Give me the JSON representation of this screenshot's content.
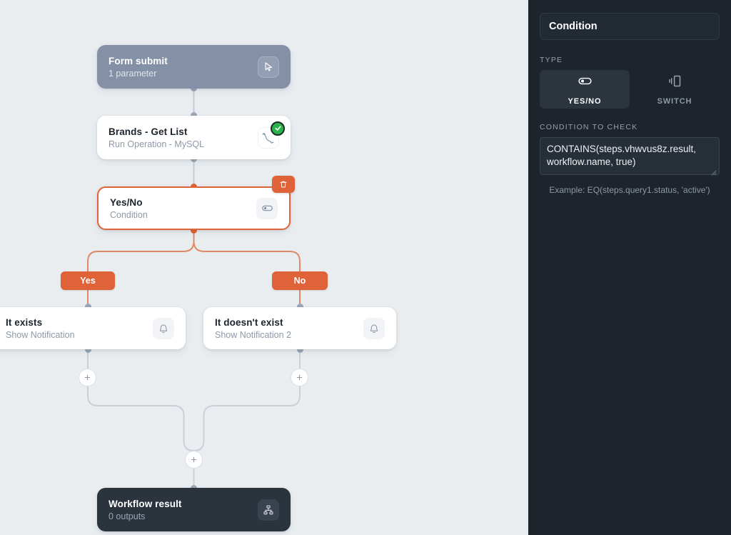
{
  "canvas": {
    "background_color": "#e9edf0",
    "nodes": [
      {
        "id": "form-submit",
        "title": "Form submit",
        "subtitle": "1 parameter",
        "icon": "cursor-pointer-icon",
        "style": "trigger",
        "color": "#8390a6"
      },
      {
        "id": "brands-get-list",
        "title": "Brands - Get List",
        "subtitle": "Run Operation - MySQL",
        "icon": "mysql-dolphin-icon",
        "status_icon": "check-circle-icon",
        "status_color": "#29b34a",
        "style": "card"
      },
      {
        "id": "yes-no-condition",
        "title": "Yes/No",
        "subtitle": "Condition",
        "icon": "toggle-icon",
        "style": "card-selected",
        "selected_color": "#e0643a",
        "delete_icon": "trash-icon"
      },
      {
        "id": "it-exists",
        "title": "It exists",
        "subtitle": "Show Notification",
        "icon": "bell-icon",
        "style": "card"
      },
      {
        "id": "it-doesnt-exist",
        "title": "It doesn't exist",
        "subtitle": "Show Notification 2",
        "icon": "bell-icon",
        "style": "card"
      },
      {
        "id": "workflow-result",
        "title": "Workflow result",
        "subtitle": "0 outputs",
        "icon": "sitemap-icon",
        "style": "result",
        "color": "#2b333d"
      }
    ],
    "branch_pills": [
      {
        "id": "yes",
        "label": "Yes",
        "color": "#df6239"
      },
      {
        "id": "no",
        "label": "No",
        "color": "#df6239"
      }
    ],
    "add_buttons": [
      {
        "id": "add-after-it-exists",
        "label": "+"
      },
      {
        "id": "add-after-it-doesnt-exist",
        "label": "+"
      },
      {
        "id": "add-before-result",
        "label": "+"
      }
    ]
  },
  "panel": {
    "background_color": "#1d242c",
    "title_value": "Condition",
    "type_label": "TYPE",
    "type_options": [
      {
        "id": "yesno",
        "label": "YES/NO",
        "icon": "toggle-icon",
        "selected": true
      },
      {
        "id": "switch",
        "label": "SWITCH",
        "icon": "switch-icon",
        "selected": false
      }
    ],
    "condition_label": "CONDITION TO CHECK",
    "condition_value": "CONTAINS(steps.vhwvus8z.result, workflow.name, true)",
    "condition_example": "Example: EQ(steps.query1.status, 'active')"
  }
}
